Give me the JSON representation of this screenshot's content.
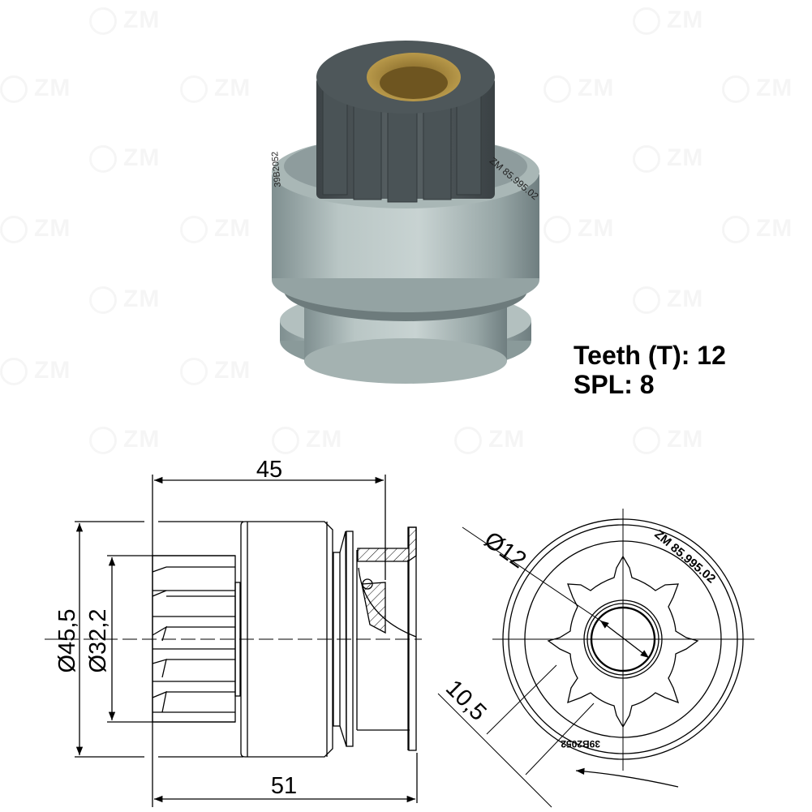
{
  "watermark": {
    "text": "ZM"
  },
  "render_3d": {
    "part_marking_front": "ZM 85.995.02",
    "part_marking_side": "39B2052",
    "colors": {
      "body": "#9aa9a9",
      "body_light": "#c4d0cf",
      "pinion": "#4c5558",
      "bushing": "#a88a3e"
    }
  },
  "specs": {
    "teeth_label": "Teeth (T): 12",
    "spl_label": "SPL: 8",
    "teeth": 12,
    "splines": 8
  },
  "side_view": {
    "dim_length_top": "45",
    "dim_length_bottom": "51",
    "dim_outer_diameter": "Ø45,5",
    "dim_pinion_diameter": "Ø32,2"
  },
  "front_view": {
    "dim_bore": "Ø12",
    "dim_spline": "10,5",
    "marking_top": "ZM 85.995.02",
    "marking_bottom": "39B2052",
    "rotation": "counter-clockwise arrow"
  }
}
